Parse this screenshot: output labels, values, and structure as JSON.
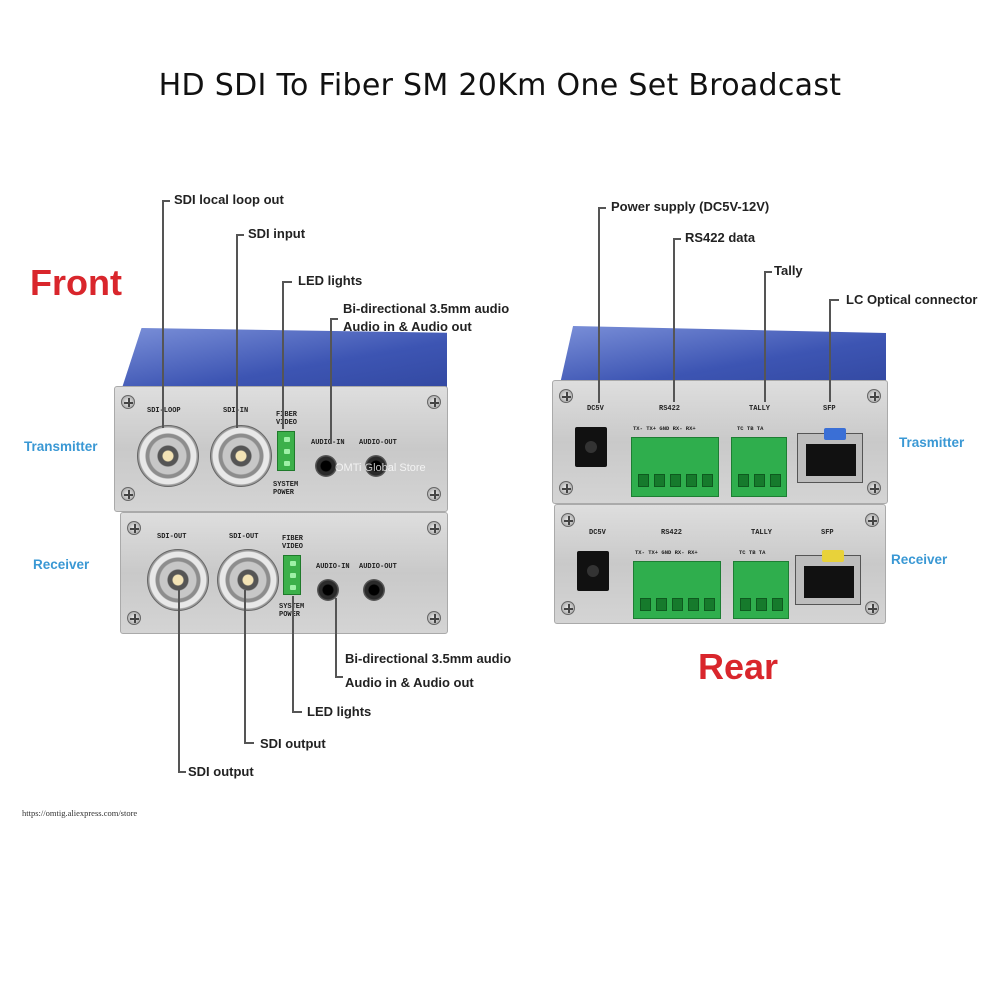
{
  "title": "HD SDI To Fiber SM 20Km One Set Broadcast",
  "front_label": "Front",
  "rear_label": "Rear",
  "units": {
    "transmitter_left": "Transmitter",
    "receiver_left": "Receiver",
    "transmitter_right": "Trasmitter",
    "receiver_right": "Receiver"
  },
  "front_callouts": {
    "sdi_loop": "SDI local loop out",
    "sdi_input": "SDI input",
    "led_lights_top": "LED lights",
    "audio_top_1": "Bi-directional 3.5mm audio",
    "audio_top_2": "Audio in & Audio out",
    "audio_bottom_1": "Bi-directional 3.5mm audio",
    "audio_bottom_2": "Audio in & Audio out",
    "led_lights_bottom": "LED lights",
    "sdi_output_right": "SDI output",
    "sdi_output_left": "SDI output"
  },
  "rear_callouts": {
    "power": "Power supply (DC5V-12V)",
    "rs422": "RS422 data",
    "tally": "Tally",
    "optical": "LC Optical connector"
  },
  "front_panel_text": {
    "tx_loop": "SDI-LOOP",
    "tx_in": "SDI-IN",
    "fiber": "FIBER",
    "video": "VIDEO",
    "system": "SYSTEM",
    "power": "POWER",
    "audio_in": "AUDIO-IN",
    "audio_out": "AUDIO-OUT",
    "rx_out1": "SDI-OUT",
    "rx_out2": "SDI-OUT"
  },
  "rear_panel_text": {
    "dc5v": "DC5V",
    "rs422": "RS422",
    "tally": "TALLY",
    "sfp": "SFP",
    "rs_pins": "TX-  TX+  GND  RX-  RX+",
    "tally_pins": "TC   TB   TA"
  },
  "watermark": "OMTi Global Store",
  "footer_url": "https://omtig.aliexpress.com/store",
  "colors": {
    "red_label": "#d9262c",
    "blue_label": "#3a98d4",
    "device_top": "#3d55b3",
    "terminal_green": "#2fae4d",
    "sfp_tab_tx": "#3a6fd6",
    "sfp_tab_rx": "#e8d23a"
  }
}
